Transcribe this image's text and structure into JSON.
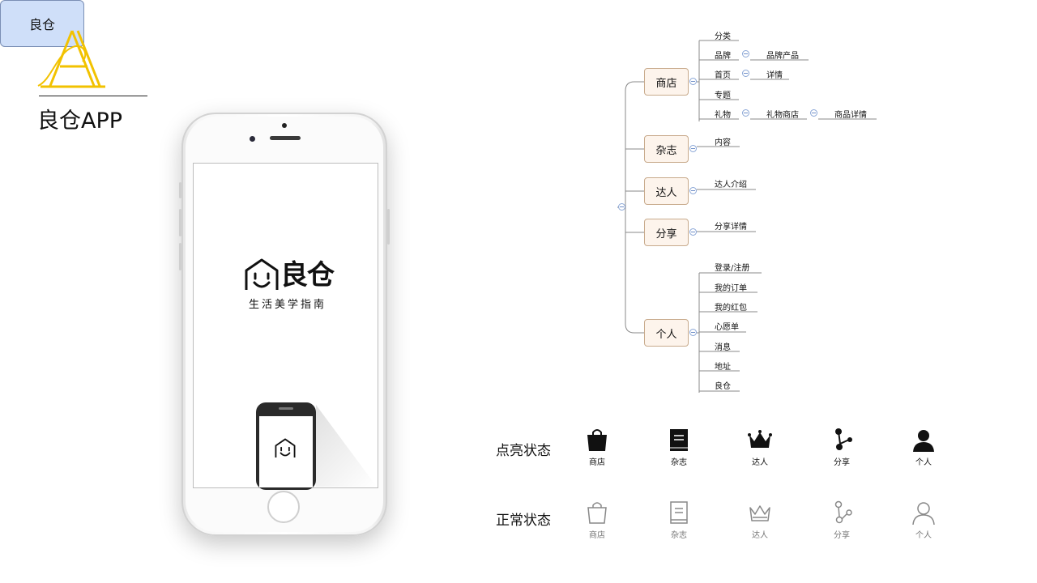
{
  "header": {
    "app_title": "良仓APP"
  },
  "splash": {
    "brand_name": "良仓",
    "tagline": "生活美学指南"
  },
  "mindmap": {
    "root": "良仓",
    "branches": [
      {
        "label": "商店",
        "children": [
          "分类",
          "品牌",
          "品牌产品",
          "首页",
          "详情",
          "专题",
          "礼物",
          "礼物商店",
          "商品详情"
        ]
      },
      {
        "label": "杂志",
        "children": [
          "内容"
        ]
      },
      {
        "label": "达人",
        "children": [
          "达人介绍"
        ]
      },
      {
        "label": "分享",
        "children": [
          "分享详情"
        ]
      },
      {
        "label": "个人",
        "children": [
          "登录/注册",
          "我的订单",
          "我的红包",
          "心愿单",
          "消息",
          "地址",
          "良仓"
        ]
      }
    ]
  },
  "icon_states": {
    "active_label": "点亮状态",
    "normal_label": "正常状态",
    "tabs": [
      {
        "label": "商店",
        "icon": "shopping-bag-icon"
      },
      {
        "label": "杂志",
        "icon": "magazine-icon"
      },
      {
        "label": "达人",
        "icon": "crown-icon"
      },
      {
        "label": "分享",
        "icon": "share-icon"
      },
      {
        "label": "个人",
        "icon": "person-icon"
      }
    ]
  },
  "colors": {
    "logo_accent": "#f2c200",
    "root_node_fill": "#cfdff9",
    "branch_node_fill": "#fdf4ec",
    "icon_active": "#111111",
    "icon_normal": "#888888"
  }
}
